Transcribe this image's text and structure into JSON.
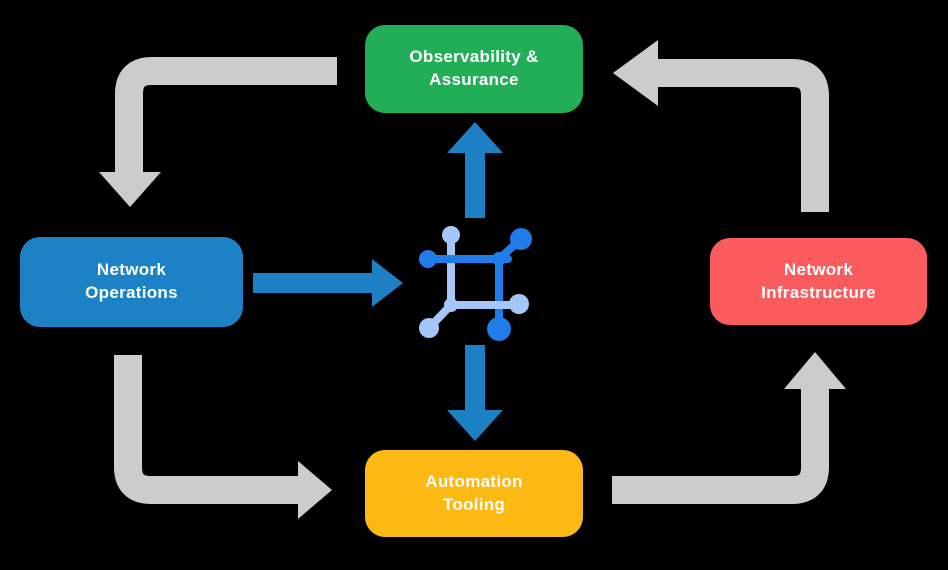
{
  "nodes": {
    "observability": {
      "label": "Observability &\nAssurance",
      "color": "#22ad57"
    },
    "operations": {
      "label": "Network\nOperations",
      "color": "#1c81c5"
    },
    "infrastructure": {
      "label": "Network\nInfrastructure",
      "color": "#fa5c5e"
    },
    "automation": {
      "label": "Automation\nTooling",
      "color": "#fcb813"
    }
  },
  "center_icon": {
    "name": "network-mesh-icon",
    "primary_color": "#1f7ce9",
    "secondary_color": "#a5c7f7"
  },
  "colors": {
    "background": "#000000",
    "cycle_arrow": "#cccccc",
    "flow_arrow": "#1d80c4",
    "text": "#ffffff"
  },
  "edges": {
    "cycle": [
      {
        "from": "observability",
        "to": "operations",
        "style": "gray-elbow"
      },
      {
        "from": "operations",
        "to": "automation",
        "style": "gray-elbow"
      },
      {
        "from": "automation",
        "to": "infrastructure",
        "style": "gray-elbow"
      },
      {
        "from": "infrastructure",
        "to": "observability",
        "style": "gray-elbow"
      }
    ],
    "flows": [
      {
        "from": "operations",
        "to": "center-icon",
        "style": "blue-straight"
      },
      {
        "from": "center-icon",
        "to": "observability",
        "style": "blue-straight"
      },
      {
        "from": "center-icon",
        "to": "automation",
        "style": "blue-straight"
      }
    ]
  }
}
